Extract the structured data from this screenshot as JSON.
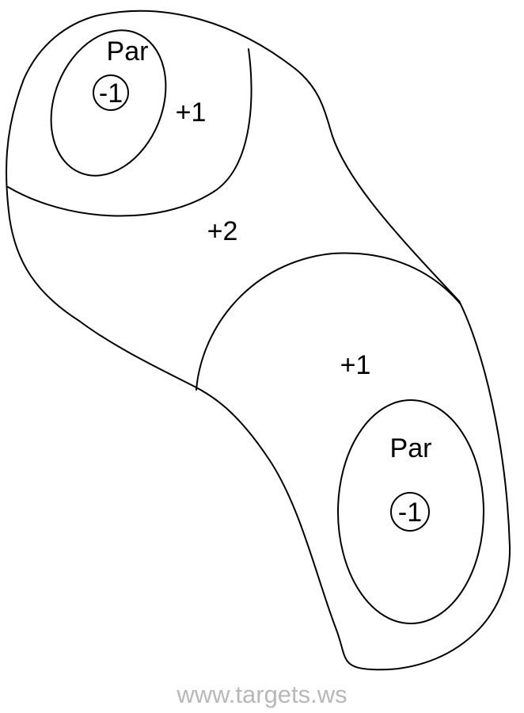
{
  "colors": {
    "line": "#000000",
    "text": "#000000",
    "footer": "#b8b8b8",
    "background": "#ffffff"
  },
  "top_green": {
    "par_label": "Par",
    "hole_label": "-1",
    "inner_zone_label": "+1"
  },
  "fairway": {
    "middle_zone_label": "+2"
  },
  "bottom_green": {
    "outer_zone_label": "+1",
    "par_label": "Par",
    "hole_label": "-1"
  },
  "footer": {
    "website": "www.targets.ws"
  }
}
